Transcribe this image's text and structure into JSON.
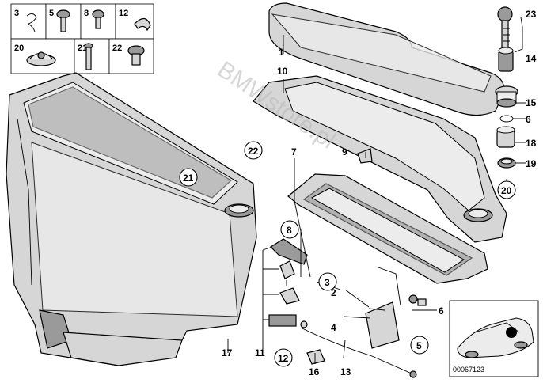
{
  "legend": {
    "cells": [
      {
        "number": "3"
      },
      {
        "number": "5"
      },
      {
        "number": "8"
      },
      {
        "number": "12"
      },
      {
        "number": "20"
      },
      {
        "number": "21"
      },
      {
        "number": "22"
      }
    ]
  },
  "callouts": {
    "c1": "1",
    "c10": "10",
    "c23": "23",
    "c14": "14",
    "c15": "15",
    "c6a": "6",
    "c18": "18",
    "c19": "19",
    "c20": "20",
    "c22": "22",
    "c21": "21",
    "c7": "7",
    "c9": "9",
    "c8": "8",
    "c3": "3",
    "c2": "2",
    "c4": "4",
    "c6b": "6",
    "c5": "5",
    "c17": "17",
    "c11": "11",
    "c12": "12",
    "c16": "16",
    "c13": "13"
  },
  "watermark": "BMWstore.pl",
  "catalog_number": "00067123",
  "colors": {
    "part_fill": "#d6d6d6",
    "part_dark": "#9a9a9a",
    "line": "#000000",
    "background": "#ffffff"
  }
}
